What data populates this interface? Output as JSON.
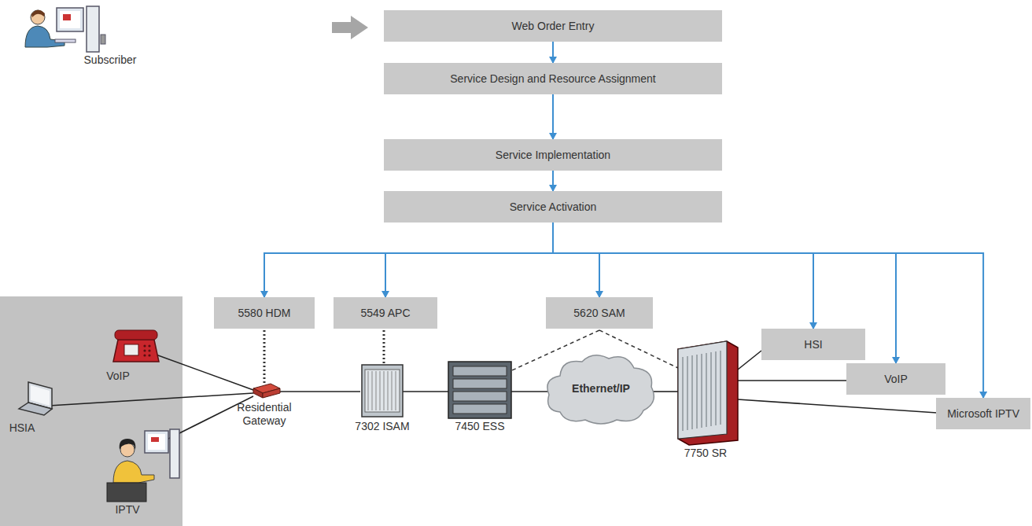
{
  "diagram": {
    "nodes": [
      {
        "text": [
          "Web Order Entry"
        ]
      },
      {
        "text": [
          "Service Design and Resource Assignment"
        ]
      },
      {
        "text": [
          "Service Implementation"
        ]
      },
      {
        "text": [
          "Service Activation"
        ]
      },
      {
        "text": [
          "5580 HDM"
        ]
      },
      {
        "text": [
          "5549 APC"
        ]
      },
      {
        "text": [
          "5620 SAM"
        ]
      },
      {
        "text": [
          "HSI"
        ]
      },
      {
        "text": [
          "VoIP"
        ]
      },
      {
        "text": [
          "Microsoft IPTV"
        ]
      },
      {
        "text": [
          "Ethernet/IP"
        ]
      }
    ],
    "edges": [
      {
        "from": 0,
        "to": 1,
        "arrow": "to"
      },
      {
        "from": 1,
        "to": 2,
        "arrow": "to"
      },
      {
        "from": 2,
        "to": 3,
        "arrow": "to"
      },
      {
        "from": 3,
        "to": 4,
        "arrow": "to"
      },
      {
        "from": 3,
        "to": 5,
        "arrow": "to"
      },
      {
        "from": 3,
        "to": 6,
        "arrow": "to"
      },
      {
        "from": 3,
        "to": 7,
        "arrow": "to"
      },
      {
        "from": 3,
        "to": 8,
        "arrow": "to"
      },
      {
        "from": 3,
        "to": 9,
        "arrow": "to"
      }
    ],
    "labels": [
      "Subscriber",
      "VoIP",
      "HSIA",
      "IPTV",
      "Residential Gateway",
      "7302 ISAM",
      "7450 ESS",
      "7750 SR"
    ]
  }
}
